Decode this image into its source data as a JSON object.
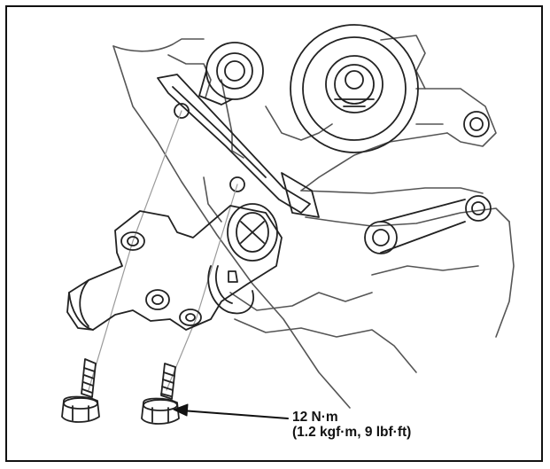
{
  "figure": {
    "callouts": [
      {
        "id": "bolt-torque",
        "line1": "12 N·m",
        "line2": "(1.2 kgf·m, 9 lbf·ft)"
      }
    ],
    "colors": {
      "line": "#222222",
      "background": "#ffffff",
      "light_line": "#9a9a9a"
    }
  }
}
